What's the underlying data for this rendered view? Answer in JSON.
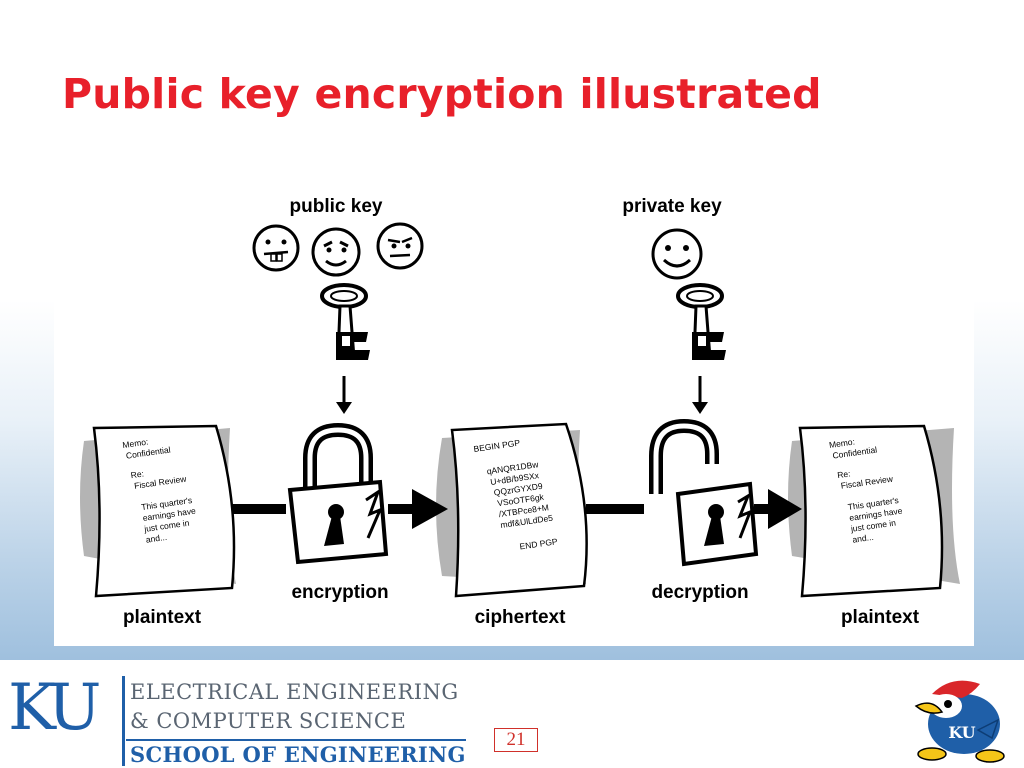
{
  "slide": {
    "title": "Public key encryption illustrated",
    "page_number": "21"
  },
  "diagram": {
    "public_key_label": "public key",
    "private_key_label": "private key",
    "encryption_label": "encryption",
    "decryption_label": "decryption",
    "plaintext_left_label": "plaintext",
    "ciphertext_label": "ciphertext",
    "plaintext_right_label": "plaintext",
    "memo_lines": [
      "Memo:",
      "Confidential",
      "Re:",
      "Fiscal Review",
      "This quarter's",
      "earnings have",
      "just come in",
      "and..."
    ],
    "cipher_lines": [
      "BEGIN PGP",
      "qANQR1DBw",
      "U+dB/b9SXx",
      "QQzrGYXD9",
      "VSoOTF6gk",
      "/XTBPce8+M",
      "mdf&UlLdDe5",
      "END PGP"
    ]
  },
  "footer": {
    "logo_text": "KU",
    "dept_line1": "ELECTRICAL ENGINEERING",
    "dept_line2": "& COMPUTER SCIENCE",
    "school": "SCHOOL OF ENGINEERING"
  },
  "colors": {
    "title": "#e8202a",
    "ku_blue": "#1f5fa8",
    "dept_gray": "#5a6572"
  }
}
